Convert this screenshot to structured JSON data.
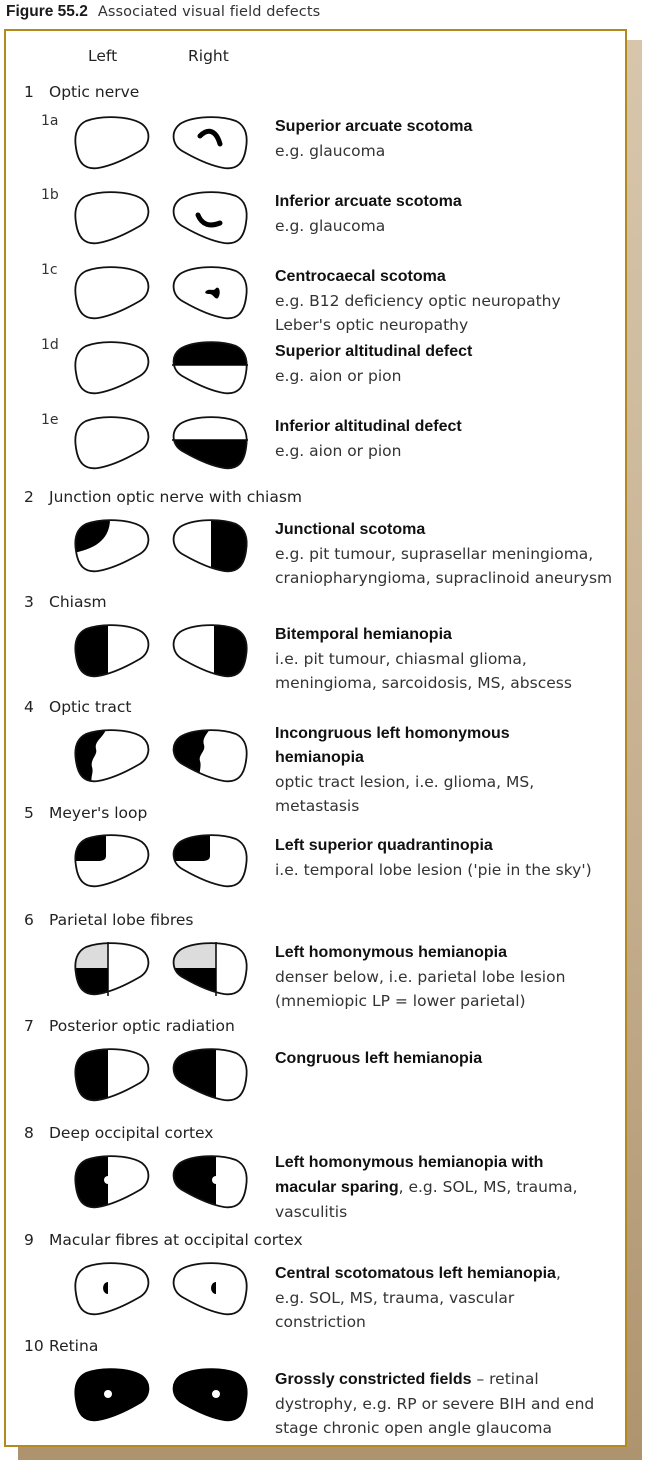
{
  "figure": {
    "label": "Figure 55.2",
    "title": "Associated visual field defects"
  },
  "columns": {
    "left": "Left",
    "right": "Right"
  },
  "colors": {
    "border": "#b48a1e",
    "shadow": "#b49b78",
    "fill": "#000000",
    "partial_fill": "#dcdcdc"
  },
  "sections": [
    {
      "num": "1",
      "label": "Optic nerve"
    },
    {
      "num": "2",
      "label": "Junction optic nerve with chiasm"
    },
    {
      "num": "3",
      "label": "Chiasm"
    },
    {
      "num": "4",
      "label": "Optic tract"
    },
    {
      "num": "5",
      "label": "Meyer's loop"
    },
    {
      "num": "6",
      "label": "Parietal  lobe fibres"
    },
    {
      "num": "7",
      "label": "Posterior optic radiation"
    },
    {
      "num": "8",
      "label": "Deep occipital cortex"
    },
    {
      "num": "9",
      "label": "Macular fibres at occipital cortex"
    },
    {
      "num": "10",
      "label": "Retina"
    }
  ],
  "entries": [
    {
      "id": "1a",
      "left_defect": "none",
      "right_defect": "superior-arcuate",
      "title": "Superior arcuate scotoma",
      "lines": [
        "e.g. glaucoma"
      ]
    },
    {
      "id": "1b",
      "left_defect": "none",
      "right_defect": "inferior-arcuate",
      "title": "Inferior arcuate scotoma",
      "lines": [
        "e.g. glaucoma"
      ]
    },
    {
      "id": "1c",
      "left_defect": "none",
      "right_defect": "centrocaecal",
      "title": "Centrocaecal scotoma",
      "lines": [
        "e.g. B12 deficiency optic neuropathy",
        "Leber's optic neuropathy"
      ]
    },
    {
      "id": "1d",
      "left_defect": "none",
      "right_defect": "superior-altitudinal",
      "title": "Superior altitudinal defect",
      "lines": [
        "e.g. aion or pion"
      ]
    },
    {
      "id": "1e",
      "left_defect": "none",
      "right_defect": "inferior-altitudinal",
      "title": "Inferior altitudinal defect",
      "lines": [
        "e.g. aion or pion"
      ]
    },
    {
      "id": "2",
      "left_defect": "superior-temporal-wedge",
      "right_defect": "temporal-hemianopia",
      "title": "Junctional scotoma",
      "lines": [
        "e.g. pit tumour, suprasellar meningioma,",
        "craniopharyngioma, supraclinoid aneurysm"
      ]
    },
    {
      "id": "3",
      "left_defect": "temporal-hemianopia",
      "right_defect": "temporal-hemianopia",
      "title": "Bitemporal hemianopia",
      "lines": [
        "i.e. pit tumour, chiasmal glioma,",
        "meningioma, sarcoidosis, MS, abscess"
      ]
    },
    {
      "id": "4",
      "left_defect": "incongruous-left",
      "right_defect": "incongruous-left",
      "title": "Incongruous left homonymous",
      "title2": "hemianopia",
      "lines": [
        "optic tract lesion, i.e. glioma, MS,",
        "metastasis"
      ]
    },
    {
      "id": "5",
      "left_defect": "left-superior-quadrant",
      "right_defect": "left-superior-quadrant",
      "title": "Left superior quadrantinopia",
      "lines": [
        "i.e. temporal lobe lesion ('pie in the sky')"
      ]
    },
    {
      "id": "6",
      "left_defect": "left-dense-below",
      "right_defect": "left-dense-below",
      "title": "Left homonymous hemianopia",
      "lines": [
        "denser below, i.e. parietal lobe lesion",
        "(mnemiopic LP = lower parietal)"
      ]
    },
    {
      "id": "7",
      "left_defect": "left-hemianopia",
      "right_defect": "left-hemianopia",
      "title": "Congruous left hemianopia",
      "lines": []
    },
    {
      "id": "8",
      "left_defect": "left-macular-sparing",
      "right_defect": "left-macular-sparing",
      "title": "Left homonymous hemianopia with",
      "title2": "macular sparing",
      "title2_suffix": ", e.g. SOL, MS, trauma,",
      "lines": [
        "vasculitis"
      ]
    },
    {
      "id": "9",
      "left_defect": "central-left-hemi-scotoma",
      "right_defect": "central-left-hemi-scotoma",
      "title": "Central scotomatous left hemianopia",
      "title_suffix": ",",
      "lines": [
        "e.g. SOL, MS, trauma, vascular",
        "constriction"
      ]
    },
    {
      "id": "10",
      "left_defect": "constricted",
      "right_defect": "constricted",
      "title": "Grossly constricted fields",
      "title_suffix": " – retinal",
      "lines": [
        "dystrophy, e.g. RP or severe BIH and end",
        "stage chronic open angle glaucoma"
      ]
    }
  ]
}
